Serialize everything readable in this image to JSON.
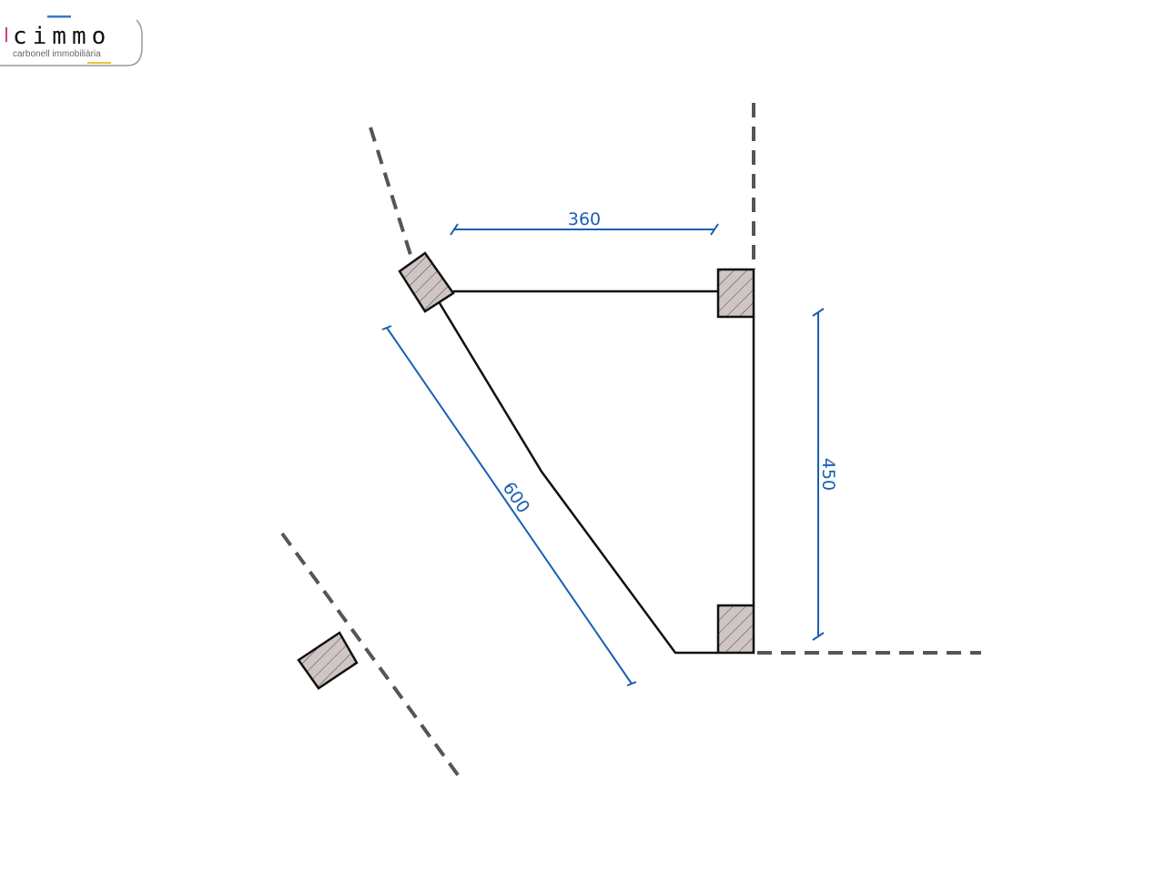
{
  "logo": {
    "name": "cimmo",
    "tagline": "carbonell immobiliària"
  },
  "dimensions": {
    "top_width": "360",
    "right_height": "450",
    "diagonal_length": "600"
  },
  "colors": {
    "dimension": "#1a5fb4",
    "wall": "#111111",
    "pillar_fill": "#cfc6c4",
    "boundary": "#555555"
  }
}
